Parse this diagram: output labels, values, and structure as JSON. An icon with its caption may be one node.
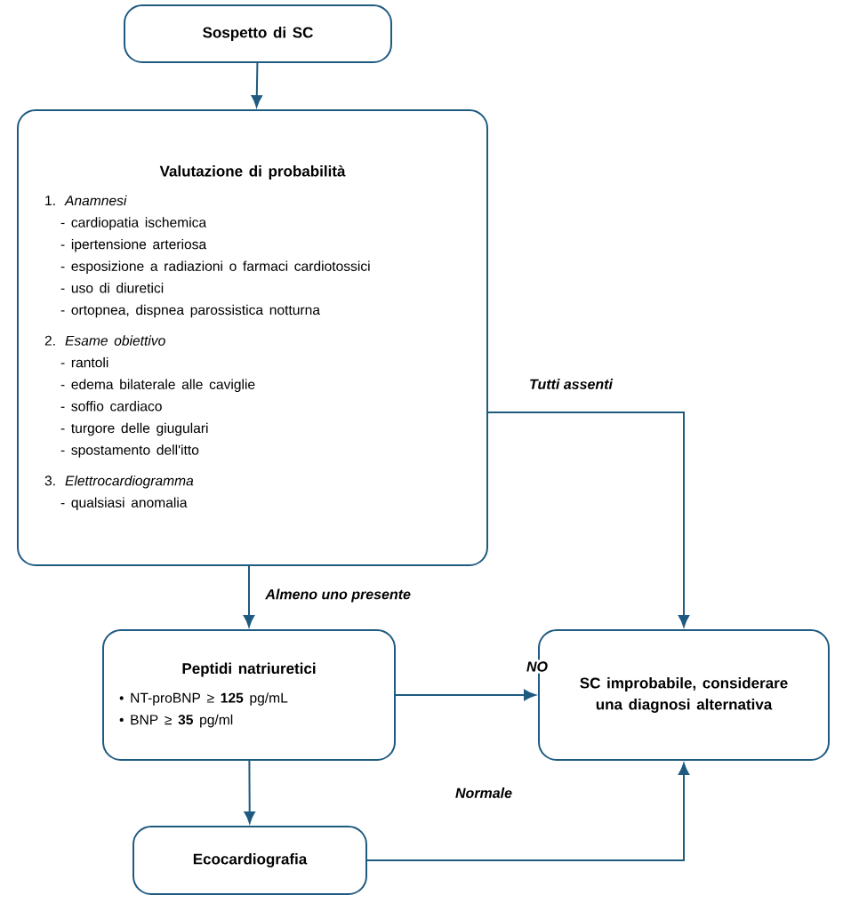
{
  "diagram": {
    "nodes": [
      {
        "text": [
          "Sospetto di SC"
        ]
      },
      {
        "text": [
          "Valutazione di probabilità",
          "1. *Anamnesi*",
          "- cardiopatia ischemica",
          "- ipertensione arteriosa",
          "- esposizione a radiazioni o farmaci cardiotossici",
          "- uso di diuretici",
          "- ortopnea, dispnea parossistica notturna",
          "2. *Esame obiettivo*",
          "- rantoli",
          "- edema bilaterale alle caviglie",
          "- soffio cardiaco",
          "- turgore delle giugulari",
          "- spostamento dell'itto",
          "3. *Elettrocardiogramma*",
          "- qualsiasi anomalia"
        ]
      },
      {
        "text": [
          "Peptidi natriuretici",
          "• NT-proBNP ≥ **125** pg/mL",
          "• BNP ≥ **35** pg/ml"
        ]
      },
      {
        "text": [
          "SC improbabile, considerare una diagnosi alternativa"
        ]
      },
      {
        "text": [
          "Ecocardiografia"
        ]
      }
    ],
    "edges": [
      {
        "from": 0,
        "to": 1,
        "arrow": "to"
      },
      {
        "from": 1,
        "to": 2,
        "arrow": "to",
        "label": "Almeno uno presente"
      },
      {
        "from": 1,
        "to": 3,
        "arrow": "to",
        "label": "Tutti assenti"
      },
      {
        "from": 2,
        "to": 3,
        "arrow": "to",
        "label": "NO"
      },
      {
        "from": 2,
        "to": 4,
        "arrow": "to"
      },
      {
        "from": 4,
        "to": 3,
        "arrow": "to",
        "label": "Normale"
      }
    ]
  }
}
